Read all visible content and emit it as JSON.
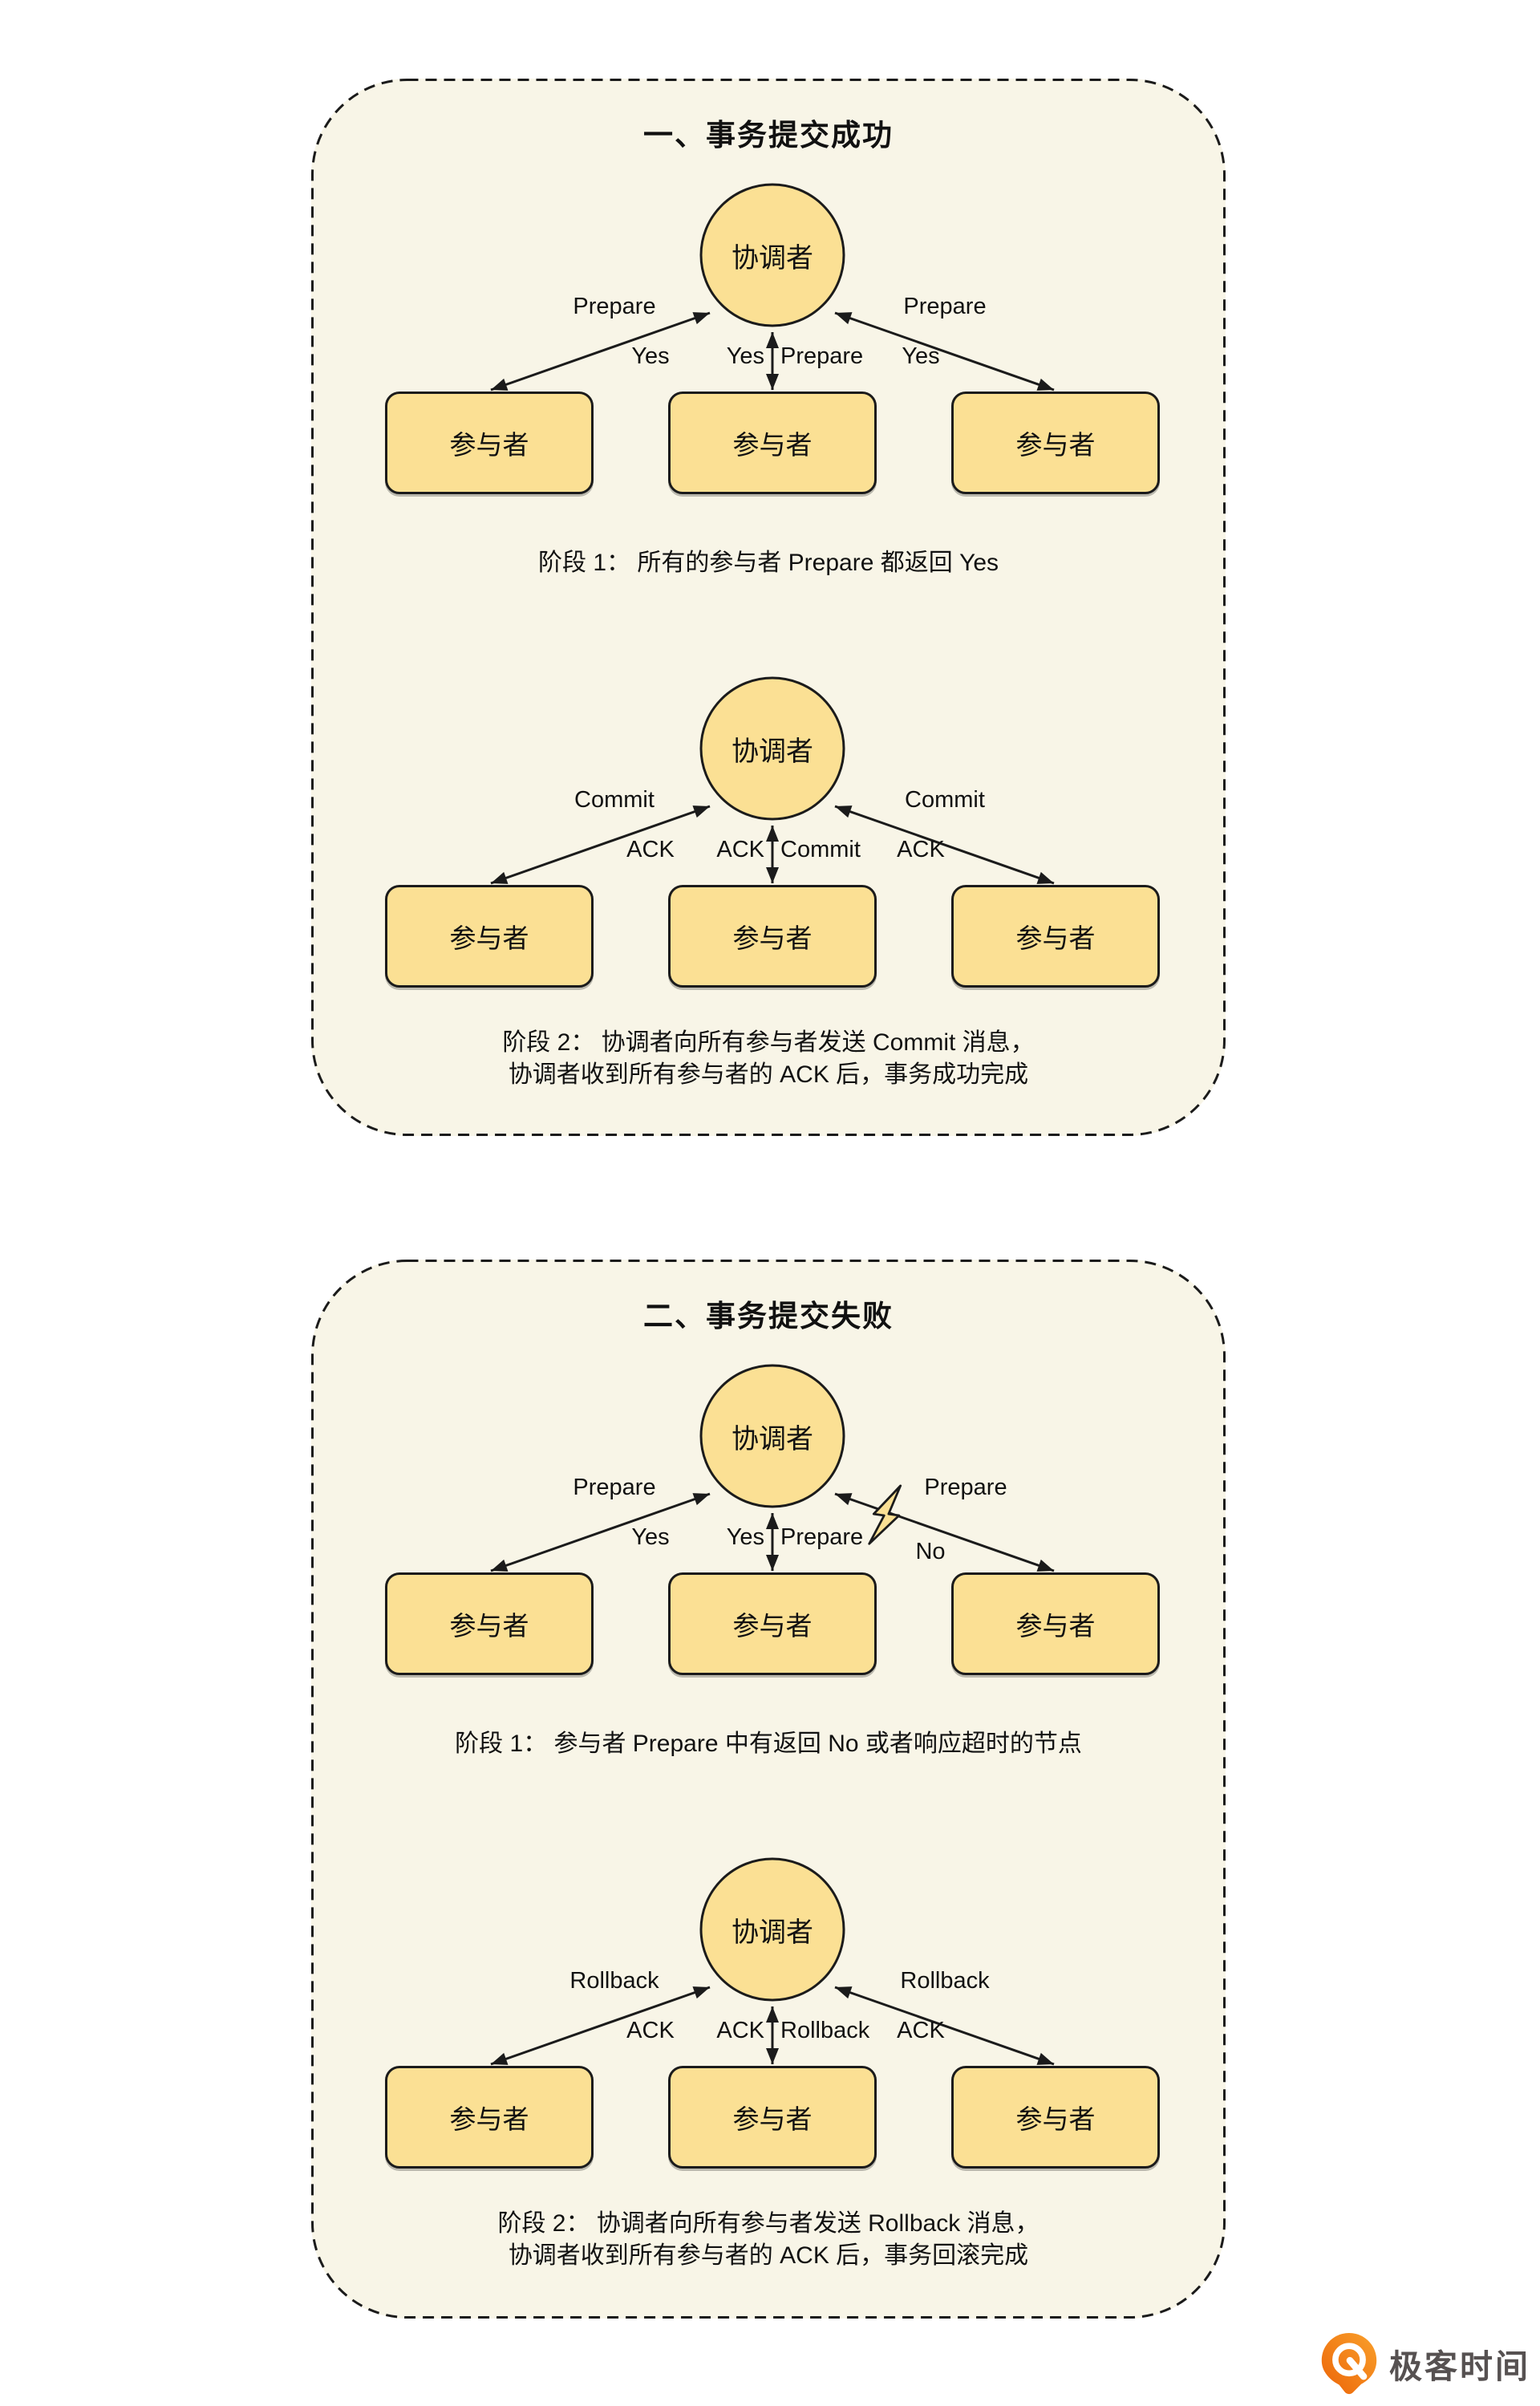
{
  "colors": {
    "page_background": "#ffffff",
    "panel_background": "#f8f5e7",
    "node_fill": "#fbe094",
    "line": "#1b1b1b",
    "logo_orange": "#ee7211",
    "logo_text_gray": "#565151"
  },
  "panels": [
    {
      "title": "一、事务提交成功",
      "phases": [
        {
          "coordinator": "协调者",
          "participants": [
            "参与者",
            "参与者",
            "参与者"
          ],
          "labels": {
            "top_left": "Prepare",
            "top_right": "Prepare",
            "bottom_left": "Yes",
            "center_left": "Yes",
            "center_right": "Prepare",
            "bottom_right": "Yes"
          },
          "caption": [
            "阶段 1： 所有的参与者 Prepare 都返回 Yes"
          ]
        },
        {
          "coordinator": "协调者",
          "participants": [
            "参与者",
            "参与者",
            "参与者"
          ],
          "labels": {
            "top_left": "Commit",
            "top_right": "Commit",
            "bottom_left": "ACK",
            "center_left": "ACK",
            "center_right": "Commit",
            "bottom_right": "ACK"
          },
          "caption": [
            "阶段 2： 协调者向所有参与者发送 Commit 消息，",
            "协调者收到所有参与者的 ACK 后，事务成功完成"
          ]
        }
      ]
    },
    {
      "title": "二、事务提交失败",
      "phases": [
        {
          "coordinator": "协调者",
          "participants": [
            "参与者",
            "参与者",
            "参与者"
          ],
          "labels": {
            "top_left": "Prepare",
            "top_right": "Prepare",
            "bottom_left": "Yes",
            "center_left": "Yes",
            "center_right": "Prepare",
            "bottom_right": "No"
          },
          "caption": [
            "阶段 1： 参与者 Prepare 中有返回 No 或者响应超时的节点"
          ]
        },
        {
          "coordinator": "协调者",
          "participants": [
            "参与者",
            "参与者",
            "参与者"
          ],
          "labels": {
            "top_left": "Rollback",
            "top_right": "Rollback",
            "bottom_left": "ACK",
            "center_left": "ACK",
            "center_right": "Rollback",
            "bottom_right": "ACK"
          },
          "caption": [
            "阶段 2： 协调者向所有参与者发送 Rollback 消息，",
            "协调者收到所有参与者的 ACK 后，事务回滚完成"
          ]
        }
      ]
    }
  ],
  "logo": {
    "text": "极客时间"
  }
}
